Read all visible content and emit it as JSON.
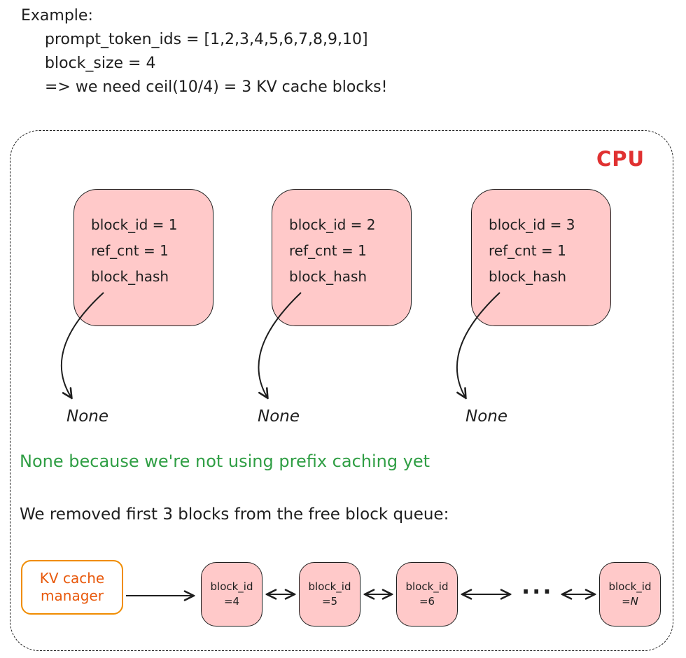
{
  "example": {
    "lines": [
      "Example:",
      "prompt_token_ids = [1,2,3,4,5,6,7,8,9,10]",
      "block_size = 4",
      "=> we need ceil(10/4) = 3 KV cache blocks!"
    ]
  },
  "cpu": {
    "label": "CPU",
    "blocks": [
      {
        "lines": [
          "block_id = 1",
          "ref_cnt = 1",
          "block_hash"
        ],
        "points_to": "None"
      },
      {
        "lines": [
          "block_id = 2",
          "ref_cnt = 1",
          "block_hash"
        ],
        "points_to": "None"
      },
      {
        "lines": [
          "block_id = 3",
          "ref_cnt = 1",
          "block_hash"
        ],
        "points_to": "None"
      }
    ]
  },
  "notes": {
    "prefix_caching": "None because we're not using prefix caching yet",
    "free_queue": "We removed first 3 blocks from the free block queue:"
  },
  "queue": {
    "manager_label": "KV cache manager",
    "blocks": [
      {
        "name": "block_id",
        "id": "=4"
      },
      {
        "name": "block_id",
        "id": "=5"
      },
      {
        "name": "block_id",
        "id": "=6"
      },
      {
        "name": "block_id",
        "id": "=N"
      }
    ],
    "ellipsis": "..."
  },
  "colors": {
    "ink": "#1e1e1e",
    "block_fill": "#ffc9c9",
    "cpu_label_red": "#e03131",
    "note_green": "#2f9e44",
    "manager_orange": "#e8590c",
    "manager_border_orange": "#f08c00"
  }
}
